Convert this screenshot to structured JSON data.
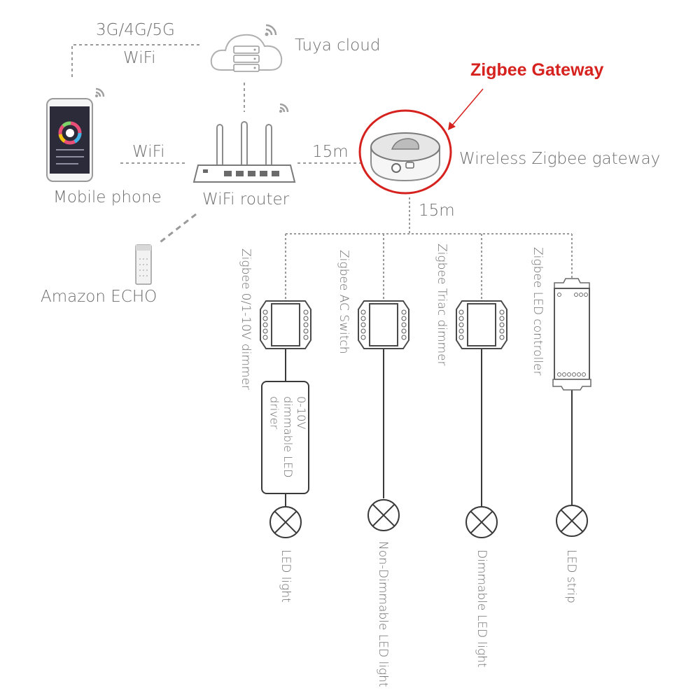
{
  "title": "Zigbee Gateway",
  "accent_color": "#d6221e",
  "labels": {
    "network_3g": "3G/4G/5G",
    "wifi_top": "WiFi",
    "tuya_cloud": "Tuya cloud",
    "wifi_mid": "WiFi",
    "distance_gateway": "15m",
    "distance_down": "15m",
    "gateway": "Wireless Zigbee gateway",
    "mobile_phone": "Mobile phone",
    "wifi_router": "WiFi router",
    "amazon_echo": "Amazon ECHO"
  },
  "devices": [
    {
      "name": "Zigbee 0/1-10V dimmer",
      "load": "LED light",
      "icon": "module-icon"
    },
    {
      "name": "Zigbee AC Switch",
      "load": "Non-Dimmable LED light",
      "icon": "module-icon"
    },
    {
      "name": "Zigbee Triac dimmer",
      "load": "Dimmable LED light",
      "icon": "module-icon"
    },
    {
      "name": "Zigbee LED controller",
      "load": "LED strip",
      "icon": "controller-icon"
    }
  ],
  "driver_box": "0-10V dimmable LED driver",
  "icons": [
    "cloud-server-icon",
    "smartphone-icon",
    "router-icon",
    "echo-speaker-icon",
    "gateway-icon",
    "wifi-signal-icon",
    "lamp-icon"
  ]
}
